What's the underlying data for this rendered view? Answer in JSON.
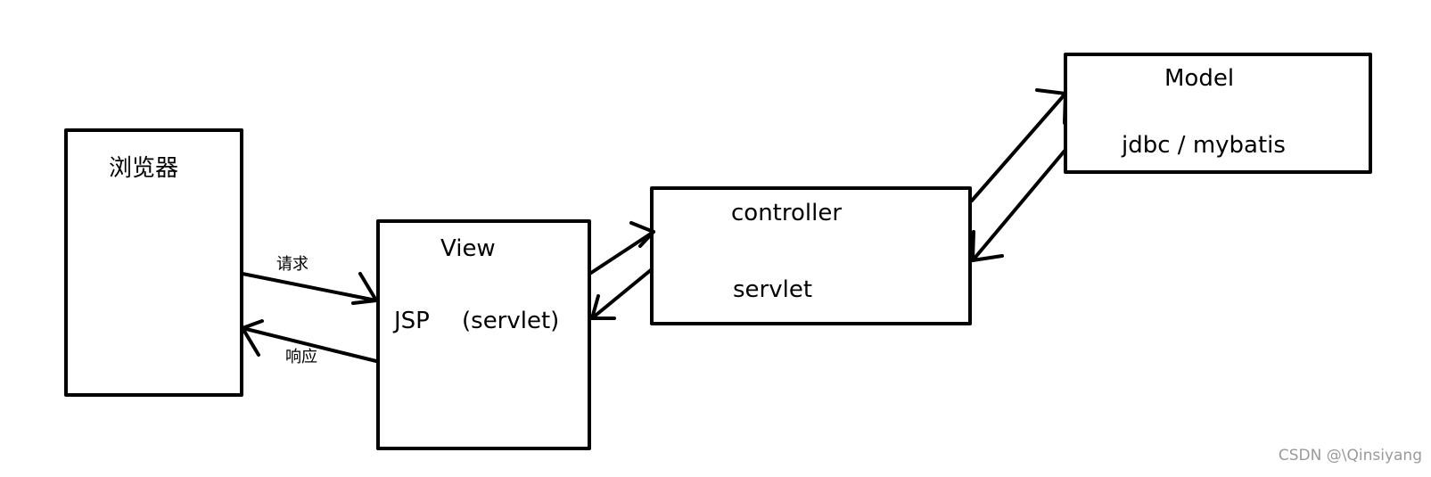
{
  "nodes": {
    "browser": {
      "label": "浏览器"
    },
    "view": {
      "title": "View",
      "line1": "JSP",
      "line2": "(servlet)"
    },
    "controller": {
      "title": "controller",
      "subtitle": "servlet"
    },
    "model": {
      "title": "Model",
      "subtitle": "jdbc / mybatis"
    }
  },
  "edges": {
    "request": "请求",
    "response": "响应"
  },
  "watermark": "CSDN @\\Qinsiyang"
}
